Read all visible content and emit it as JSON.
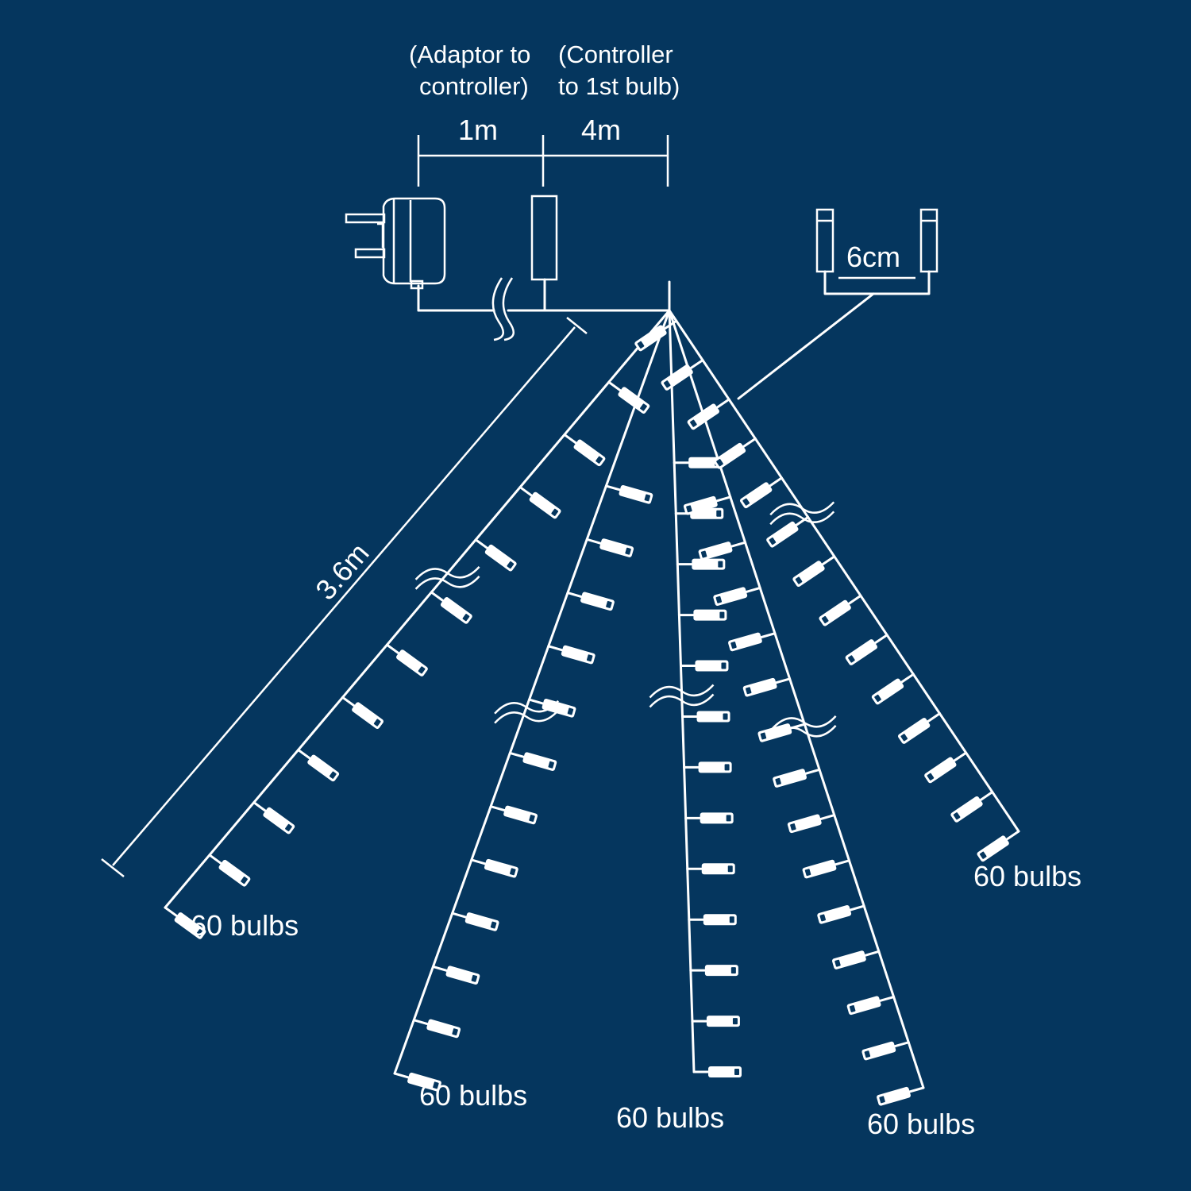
{
  "labels": {
    "adaptor_to_controller_line1": "(Adaptor to",
    "adaptor_to_controller_line2": "controller)",
    "controller_to_bulb_line1": "(Controller",
    "controller_to_bulb_line2": "to 1st bulb)",
    "dim_1m": "1m",
    "dim_4m": "4m",
    "bulb_spacing": "6cm",
    "strand_length": "3.6m"
  },
  "strands": [
    {
      "id": "strand-1",
      "label": "60 bulbs"
    },
    {
      "id": "strand-2",
      "label": "60 bulbs"
    },
    {
      "id": "strand-3",
      "label": "60 bulbs"
    },
    {
      "id": "strand-4",
      "label": "60 bulbs"
    },
    {
      "id": "strand-5",
      "label": "60 bulbs"
    }
  ],
  "colors": {
    "background": "#05365e",
    "line": "#ffffff"
  },
  "icons": [
    "plug-adaptor-icon",
    "controller-icon",
    "bulb-icon",
    "cable-break-icon"
  ]
}
